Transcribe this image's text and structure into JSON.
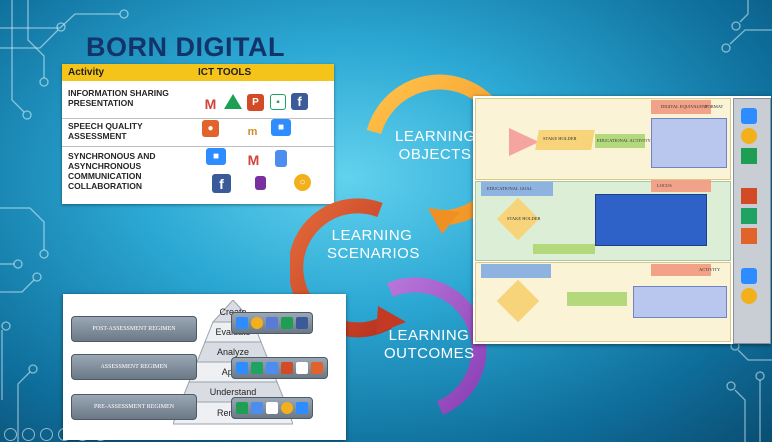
{
  "title": "BORN DIGITAL",
  "tools_table": {
    "header_activity": "Activity",
    "header_tools": "ICT TOOLS",
    "rows": [
      {
        "activity": "INFORMATION SHARING PRESENTATION",
        "icons": [
          "gmail-icon",
          "google-drive-icon",
          "powerpoint-icon",
          "slides-icon",
          "facebook-icon"
        ]
      },
      {
        "activity": "SPEECH QUALITY ASSESSMENT",
        "icons": [
          "microphone-icon",
          "moodle-icon",
          "zoom-icon"
        ]
      },
      {
        "activity": "SYNCHRONOUS AND ASYNCHRONOUS COMMUNICATION COLLABORATION",
        "icons": [
          "zoom-icon",
          "gmail-icon",
          "google-docs-icon",
          "facebook-icon",
          "onenote-icon",
          "chat-icon"
        ]
      }
    ]
  },
  "wheel": {
    "objects": "LEARNING OBJECTS",
    "scenarios": "LEARNING SCENARIOS",
    "outcomes": "LEARNING OUTCOMES",
    "objects_color": "#f4a93a",
    "scenarios_color": "#d24a33",
    "outcomes_color": "#a35cc8"
  },
  "pyramid": {
    "regimes": [
      "POST-ASSESSMENT REGIMEN",
      "ASSESSMENT REGIMEN",
      "PRE-ASSESSMENT REGIMEN"
    ],
    "levels": [
      "Create",
      "Evaluate",
      "Analyze",
      "Apply",
      "Understand",
      "Rember"
    ]
  },
  "diagram": {
    "labels": {
      "stake_holder": "STAKE HOLDER",
      "educational_activity": "EDUCATIONAL ACTIVITY",
      "educational_goal": "EDUCATIONAL GOAL",
      "digital_equivalent": "DIGITAL EQUIVALENT",
      "format": "FORMAT",
      "locus": "LOCUS",
      "activity": "ACTIVITY"
    }
  }
}
